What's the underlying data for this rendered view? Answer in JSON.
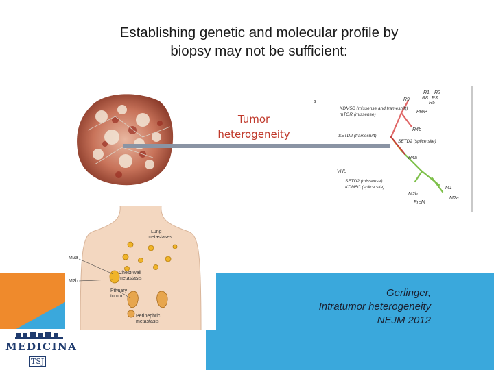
{
  "slide": {
    "title_line1": "Establishing genetic and molecular profile by",
    "title_line2": "biopsy may not be sufficient:"
  },
  "tumor_label": {
    "line1": "Tumor",
    "line2": "heterogeneity"
  },
  "tree": {
    "labels": {
      "s": "s",
      "r1": "R1",
      "r2": "R2",
      "r9": "R9",
      "r8": "R8",
      "r3": "R3",
      "r5": "R5",
      "kdm5c_mf": "KDM5C (missense and frameshift)",
      "mtor": "mTOR (missense)",
      "prep": "PreP",
      "r4b": "R4b",
      "setd2_fs": "SETD2 (frameshift)",
      "setd2_ss": "SETD2 (splice site)",
      "r4a": "R4a",
      "vhl": "VHL",
      "setd2_ms": "SETD2 (missense)",
      "kdm5c_ss": "KDM5C (splice site)",
      "m1": "M1",
      "m2b": "M2b",
      "m2a": "M2a",
      "prem": "PreM"
    }
  },
  "body_figure": {
    "labels": {
      "m2a": "M2a",
      "m2b": "M2b",
      "lung_line1": "Lung",
      "lung_line2": "metastases",
      "chest_line1": "Chest-wall",
      "chest_line2": "metastasis",
      "primary_line1": "Primary",
      "primary_line2": "tumor",
      "peri_line1": "Perinephric",
      "peri_line2": "metastasis"
    }
  },
  "citation": {
    "line1": "Gerlinger,",
    "line2": "Intratumor heterogeneity",
    "line3": "NEJM 2012"
  },
  "logo": {
    "word": "MEDICINA",
    "sub": "TSJ"
  },
  "colors": {
    "orange": "#ef8a2c",
    "blue": "#3aa8dc",
    "label_red": "#c0392b"
  }
}
